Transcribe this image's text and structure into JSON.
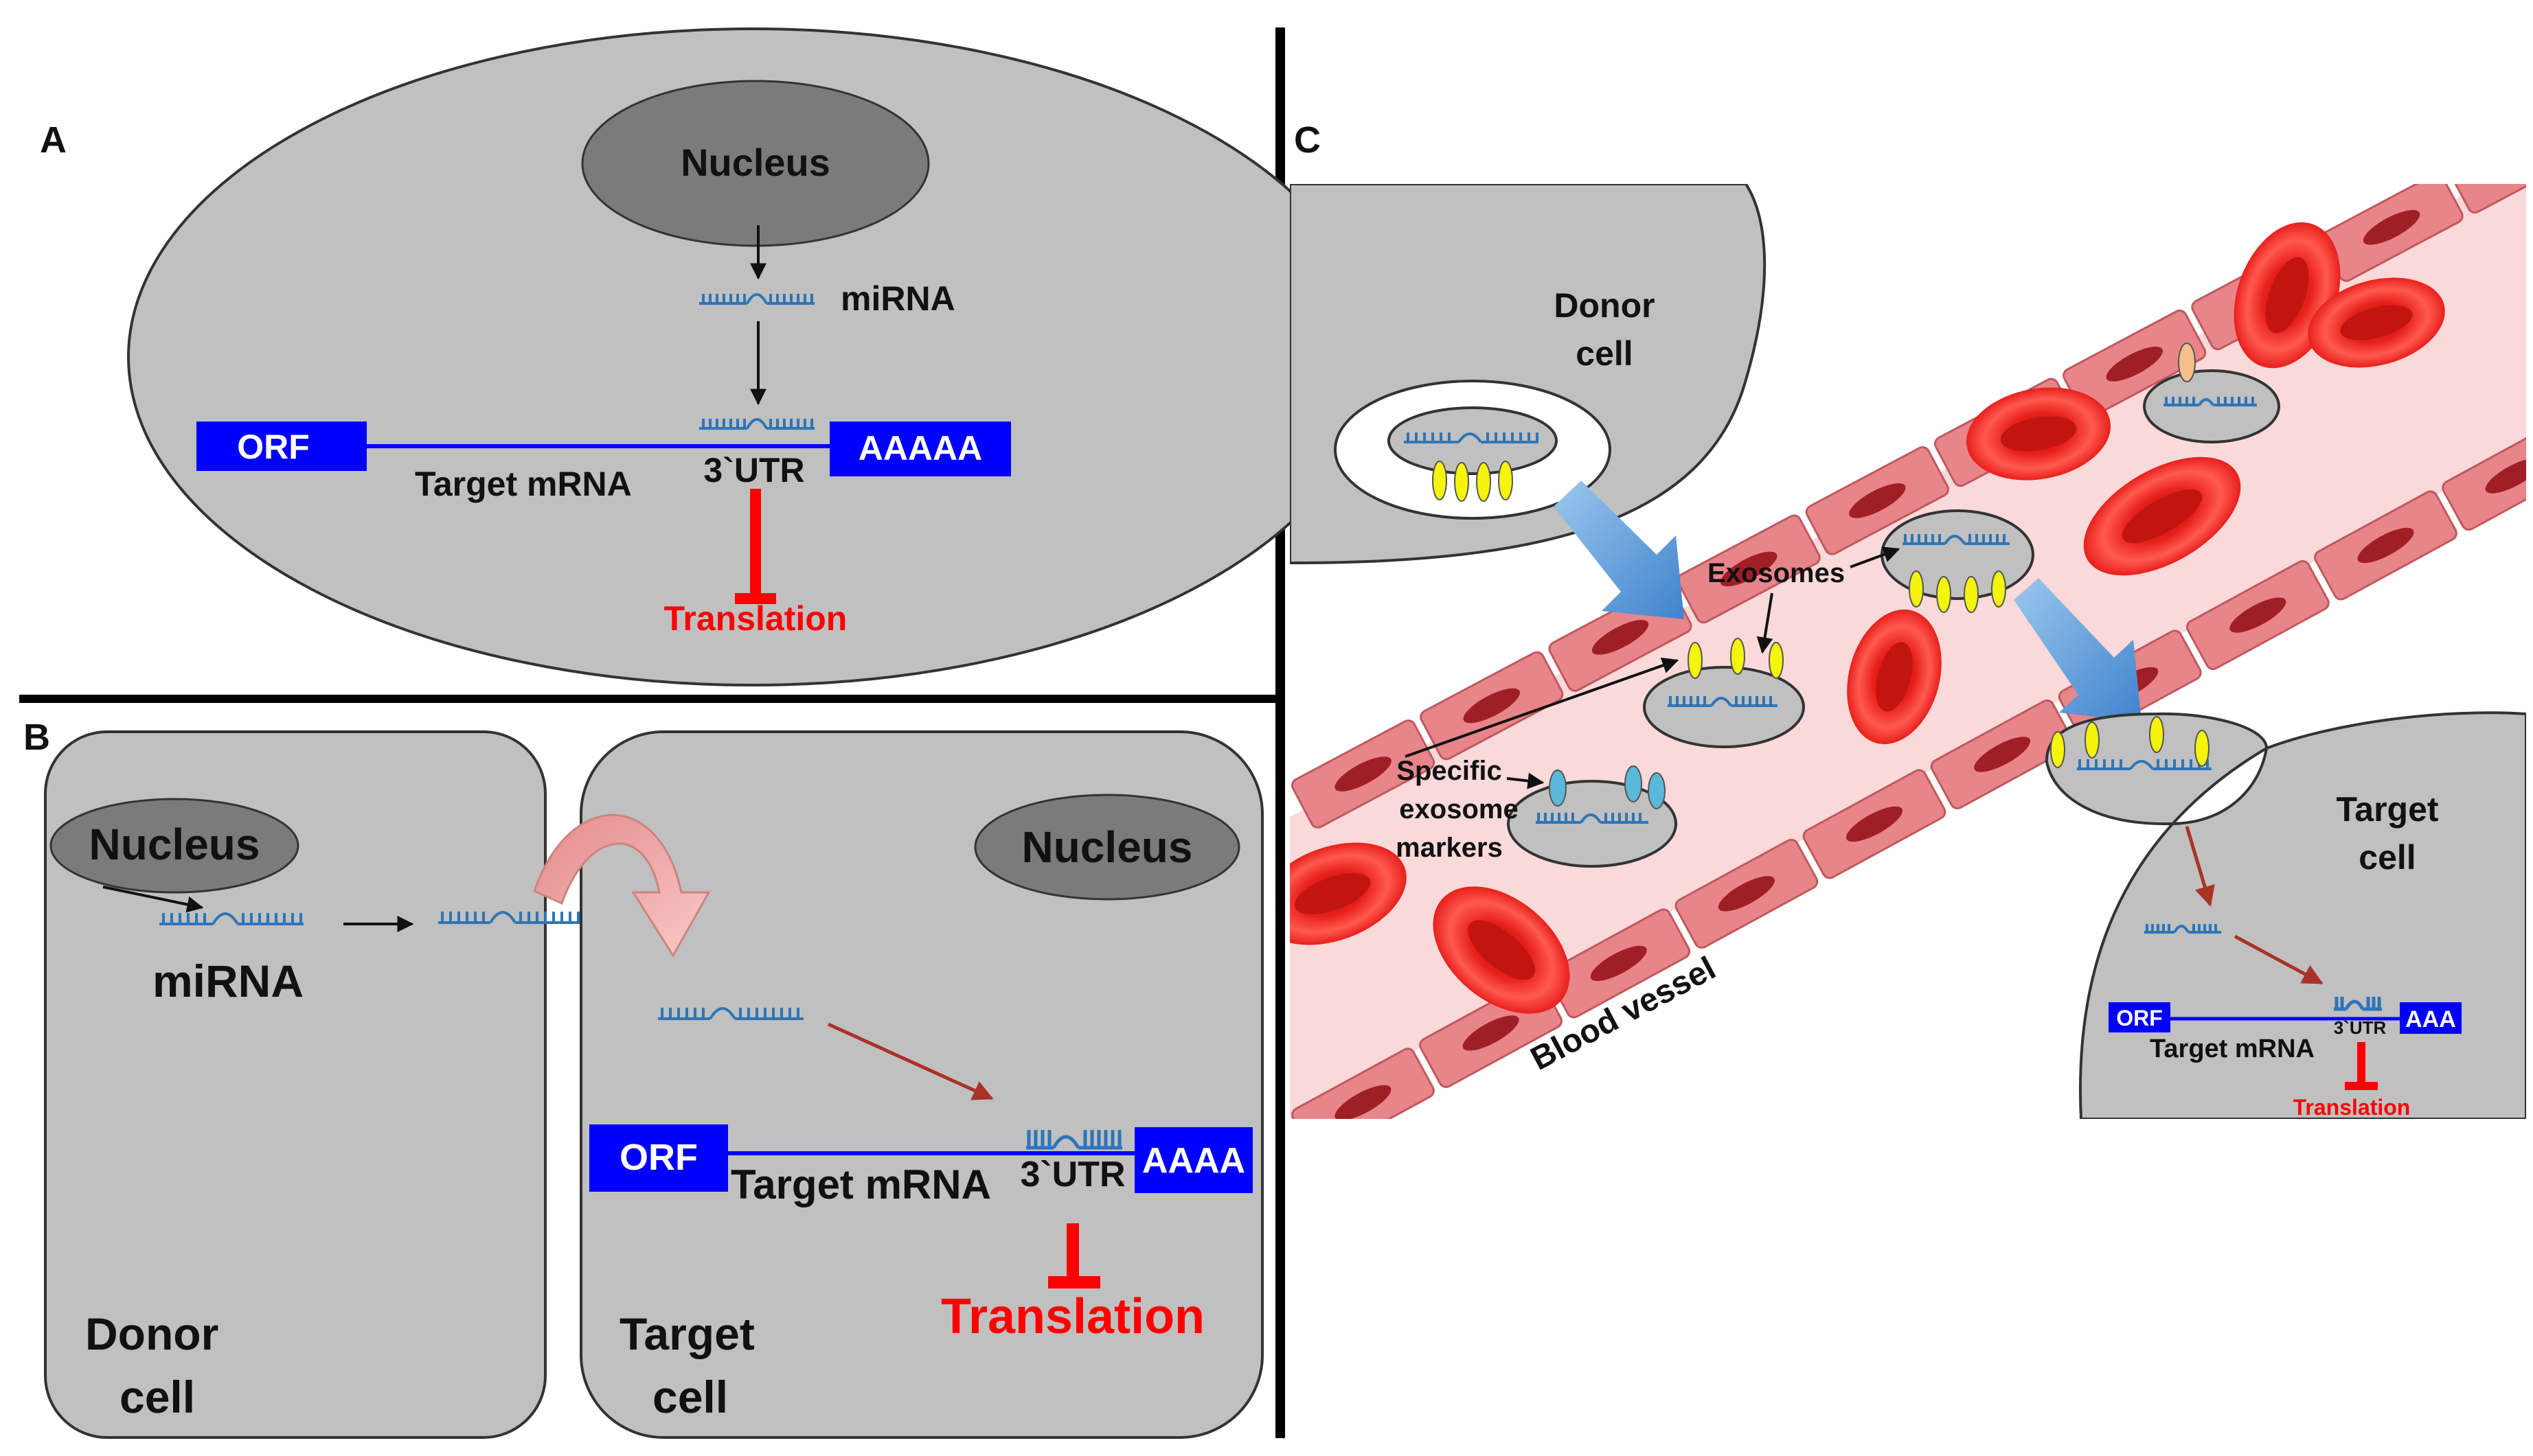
{
  "colors": {
    "cell_fill": "#c0c0c0",
    "nucleus_fill": "#7b7b7b",
    "mrna_blue": "#0000ff",
    "mirna_blue": "#2e75b6",
    "inhibit_red": "#ff0000",
    "arrow_darkred": "#a93226",
    "vessel_pink": "#f9d9d9",
    "endothelial": "#e8858a",
    "rbc_red": "#e8201c",
    "marker_yellow": "#f4f40c",
    "marker_cyan": "#5bb8d8",
    "transfer_arrow": "#5b9bd5"
  },
  "panel_a": {
    "label": "A",
    "nucleus": "Nucleus",
    "mirna": "miRNA",
    "orf": "ORF",
    "polya": "AAAAA",
    "utr": "3`UTR",
    "target_mrna": "Target mRNA",
    "translation": "Translation"
  },
  "panel_b": {
    "label": "B",
    "donor_nucleus": "Nucleus",
    "target_nucleus": "Nucleus",
    "mirna": "miRNA",
    "orf": "ORF",
    "polya": "AAAA",
    "utr": "3`UTR",
    "target_mrna": "Target mRNA",
    "translation": "Translation",
    "donor_cell_line1": "Donor",
    "donor_cell_line2": "cell",
    "target_cell_line1": "Target",
    "target_cell_line2": "cell"
  },
  "panel_c": {
    "label": "C",
    "donor_cell_line1": "Donor",
    "donor_cell_line2": "cell",
    "exosomes": "Exosomes",
    "markers_line1": "Specific",
    "markers_line2": "exosome",
    "markers_line3": "markers",
    "blood_vessel": "Blood vessel",
    "target_cell_line1": "Target",
    "target_cell_line2": "cell",
    "orf": "ORF",
    "polya": "AAA",
    "utr": "3`UTR",
    "target_mrna": "Target mRNA",
    "translation": "Translation"
  }
}
